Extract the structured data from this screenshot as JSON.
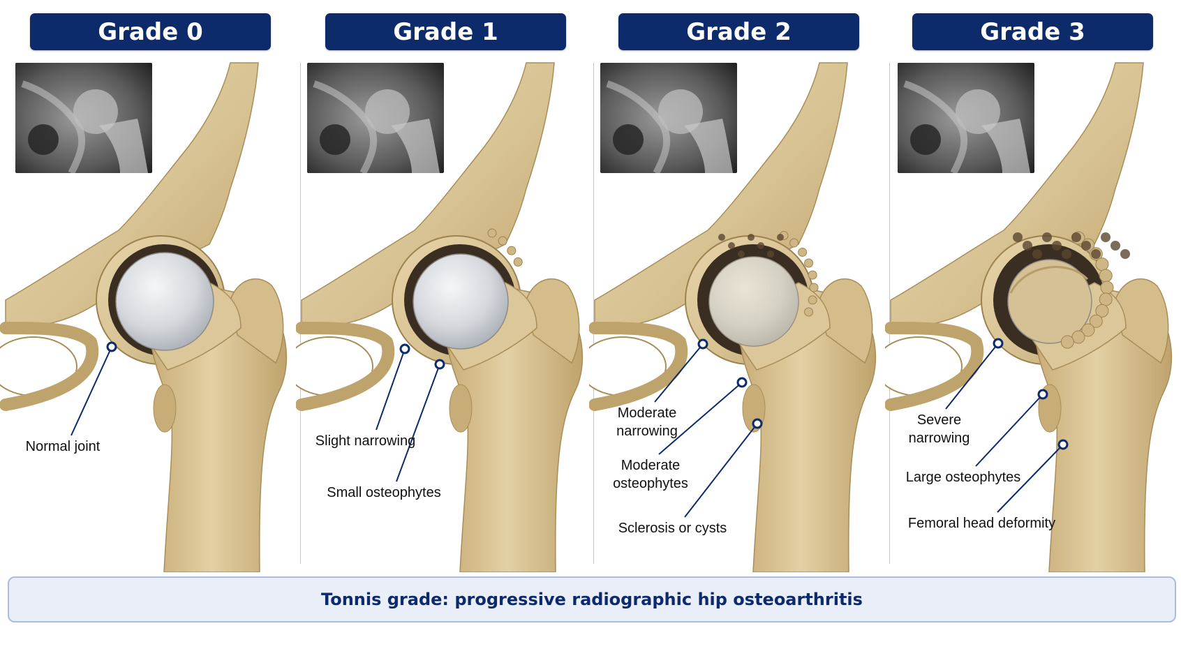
{
  "grades": [
    {
      "title": "Grade 0",
      "labels": [
        "Normal joint"
      ]
    },
    {
      "title": "Grade 1",
      "labels": [
        "Slight narrowing",
        "Small osteophytes"
      ]
    },
    {
      "title": "Grade 2",
      "labels": [
        "Moderate\nnarrowing",
        "Moderate\nosteophytes",
        "Sclerosis or cysts"
      ]
    },
    {
      "title": "Grade 3",
      "labels": [
        "Severe\nnarrowing",
        "Large osteophytes",
        "Femoral head deformity"
      ]
    }
  ],
  "caption": "Tonnis grade: progressive radiographic hip osteoarthritis",
  "colors": {
    "header_bg": "#0d2a6b",
    "caption_text": "#0d2a6b",
    "caption_bg": "#e9eef8",
    "caption_border": "#a9bde0",
    "bone": "#d8c394",
    "cartilage": "#d9dde2",
    "leader": "#0d2a6b"
  },
  "icons": [
    "xray-thumbnail-icon",
    "hip-joint-illustration"
  ]
}
